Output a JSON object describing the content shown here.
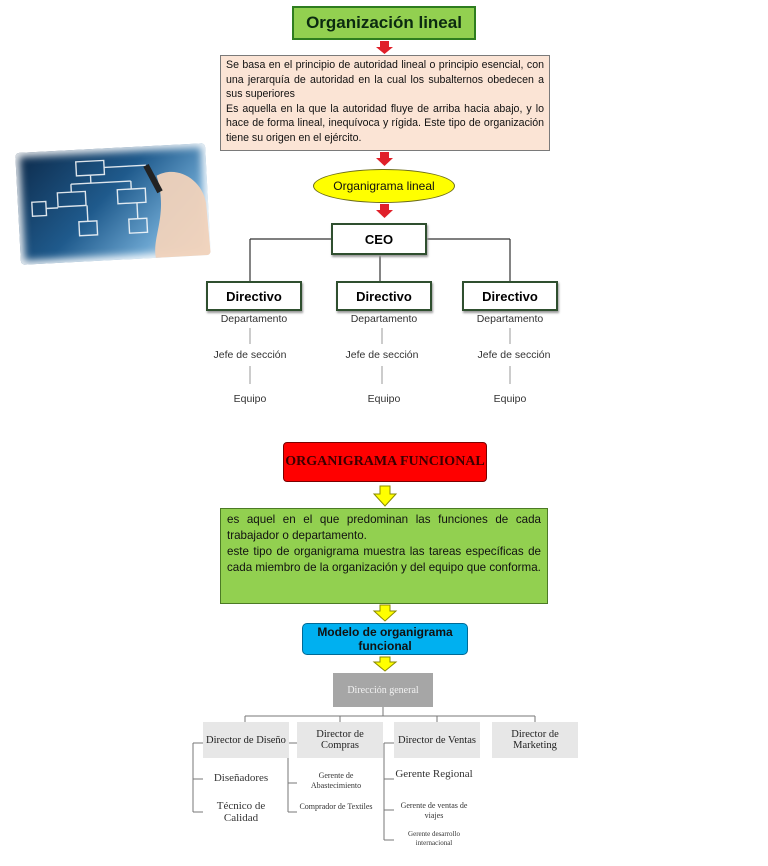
{
  "lineal": {
    "title": "Organización lineal",
    "description_1": "Se basa en el principio de autoridad lineal o principio esencial, con una jerarquía de autoridad en la cual los subalternos obedecen a sus superiores",
    "description_2": "Es aquella en la que la autoridad fluye de arriba hacia abajo, y lo hace de forma lineal, inequívoca y rígida. Este tipo de organización tiene su origen en el ejército.",
    "ellipse": "Organigrama lineal",
    "ceo": "CEO",
    "columns": [
      {
        "directivo": "Directivo",
        "departamento": "Departamento",
        "jefe": "Jefe de sección",
        "equipo": "Equipo"
      },
      {
        "directivo": "Directivo",
        "departamento": "Departamento",
        "jefe": "Jefe de sección",
        "equipo": "Equipo"
      },
      {
        "directivo": "Directivo",
        "departamento": "Departamento",
        "jefe": "Jefe de sección",
        "equipo": "Equipo"
      }
    ]
  },
  "funcional": {
    "title": "ORGANIGRAMA FUNCIONAL",
    "description_1": "es aquel en el que predominan las funciones de cada trabajador o departamento.",
    "description_2": "este tipo de organigrama muestra las tareas específicas de cada miembro de la organización y del equipo que conforma.",
    "modelo": "Modelo de organigrama funcional",
    "direccion": "Dirección general",
    "directores": [
      {
        "label": "Director de Diseño",
        "subs": [
          "Diseñadores",
          "Técnico de Calidad"
        ]
      },
      {
        "label": "Director de Compras",
        "subs": [
          "Gerente de Abastecimiento",
          "Comprador de Textiles"
        ]
      },
      {
        "label": "Director de Ventas",
        "subs": [
          "Gerente Regional",
          "Gerente de ventas de viajes",
          "Gerente desarrollo internacional"
        ]
      },
      {
        "label": "Director de Marketing",
        "subs": []
      }
    ]
  },
  "colors": {
    "green": "#92d050",
    "peach": "#fbe4d5",
    "yellow": "#ffff00",
    "red": "#ff0000",
    "blue": "#00b0f0",
    "arrow_red": "#e0202a"
  }
}
